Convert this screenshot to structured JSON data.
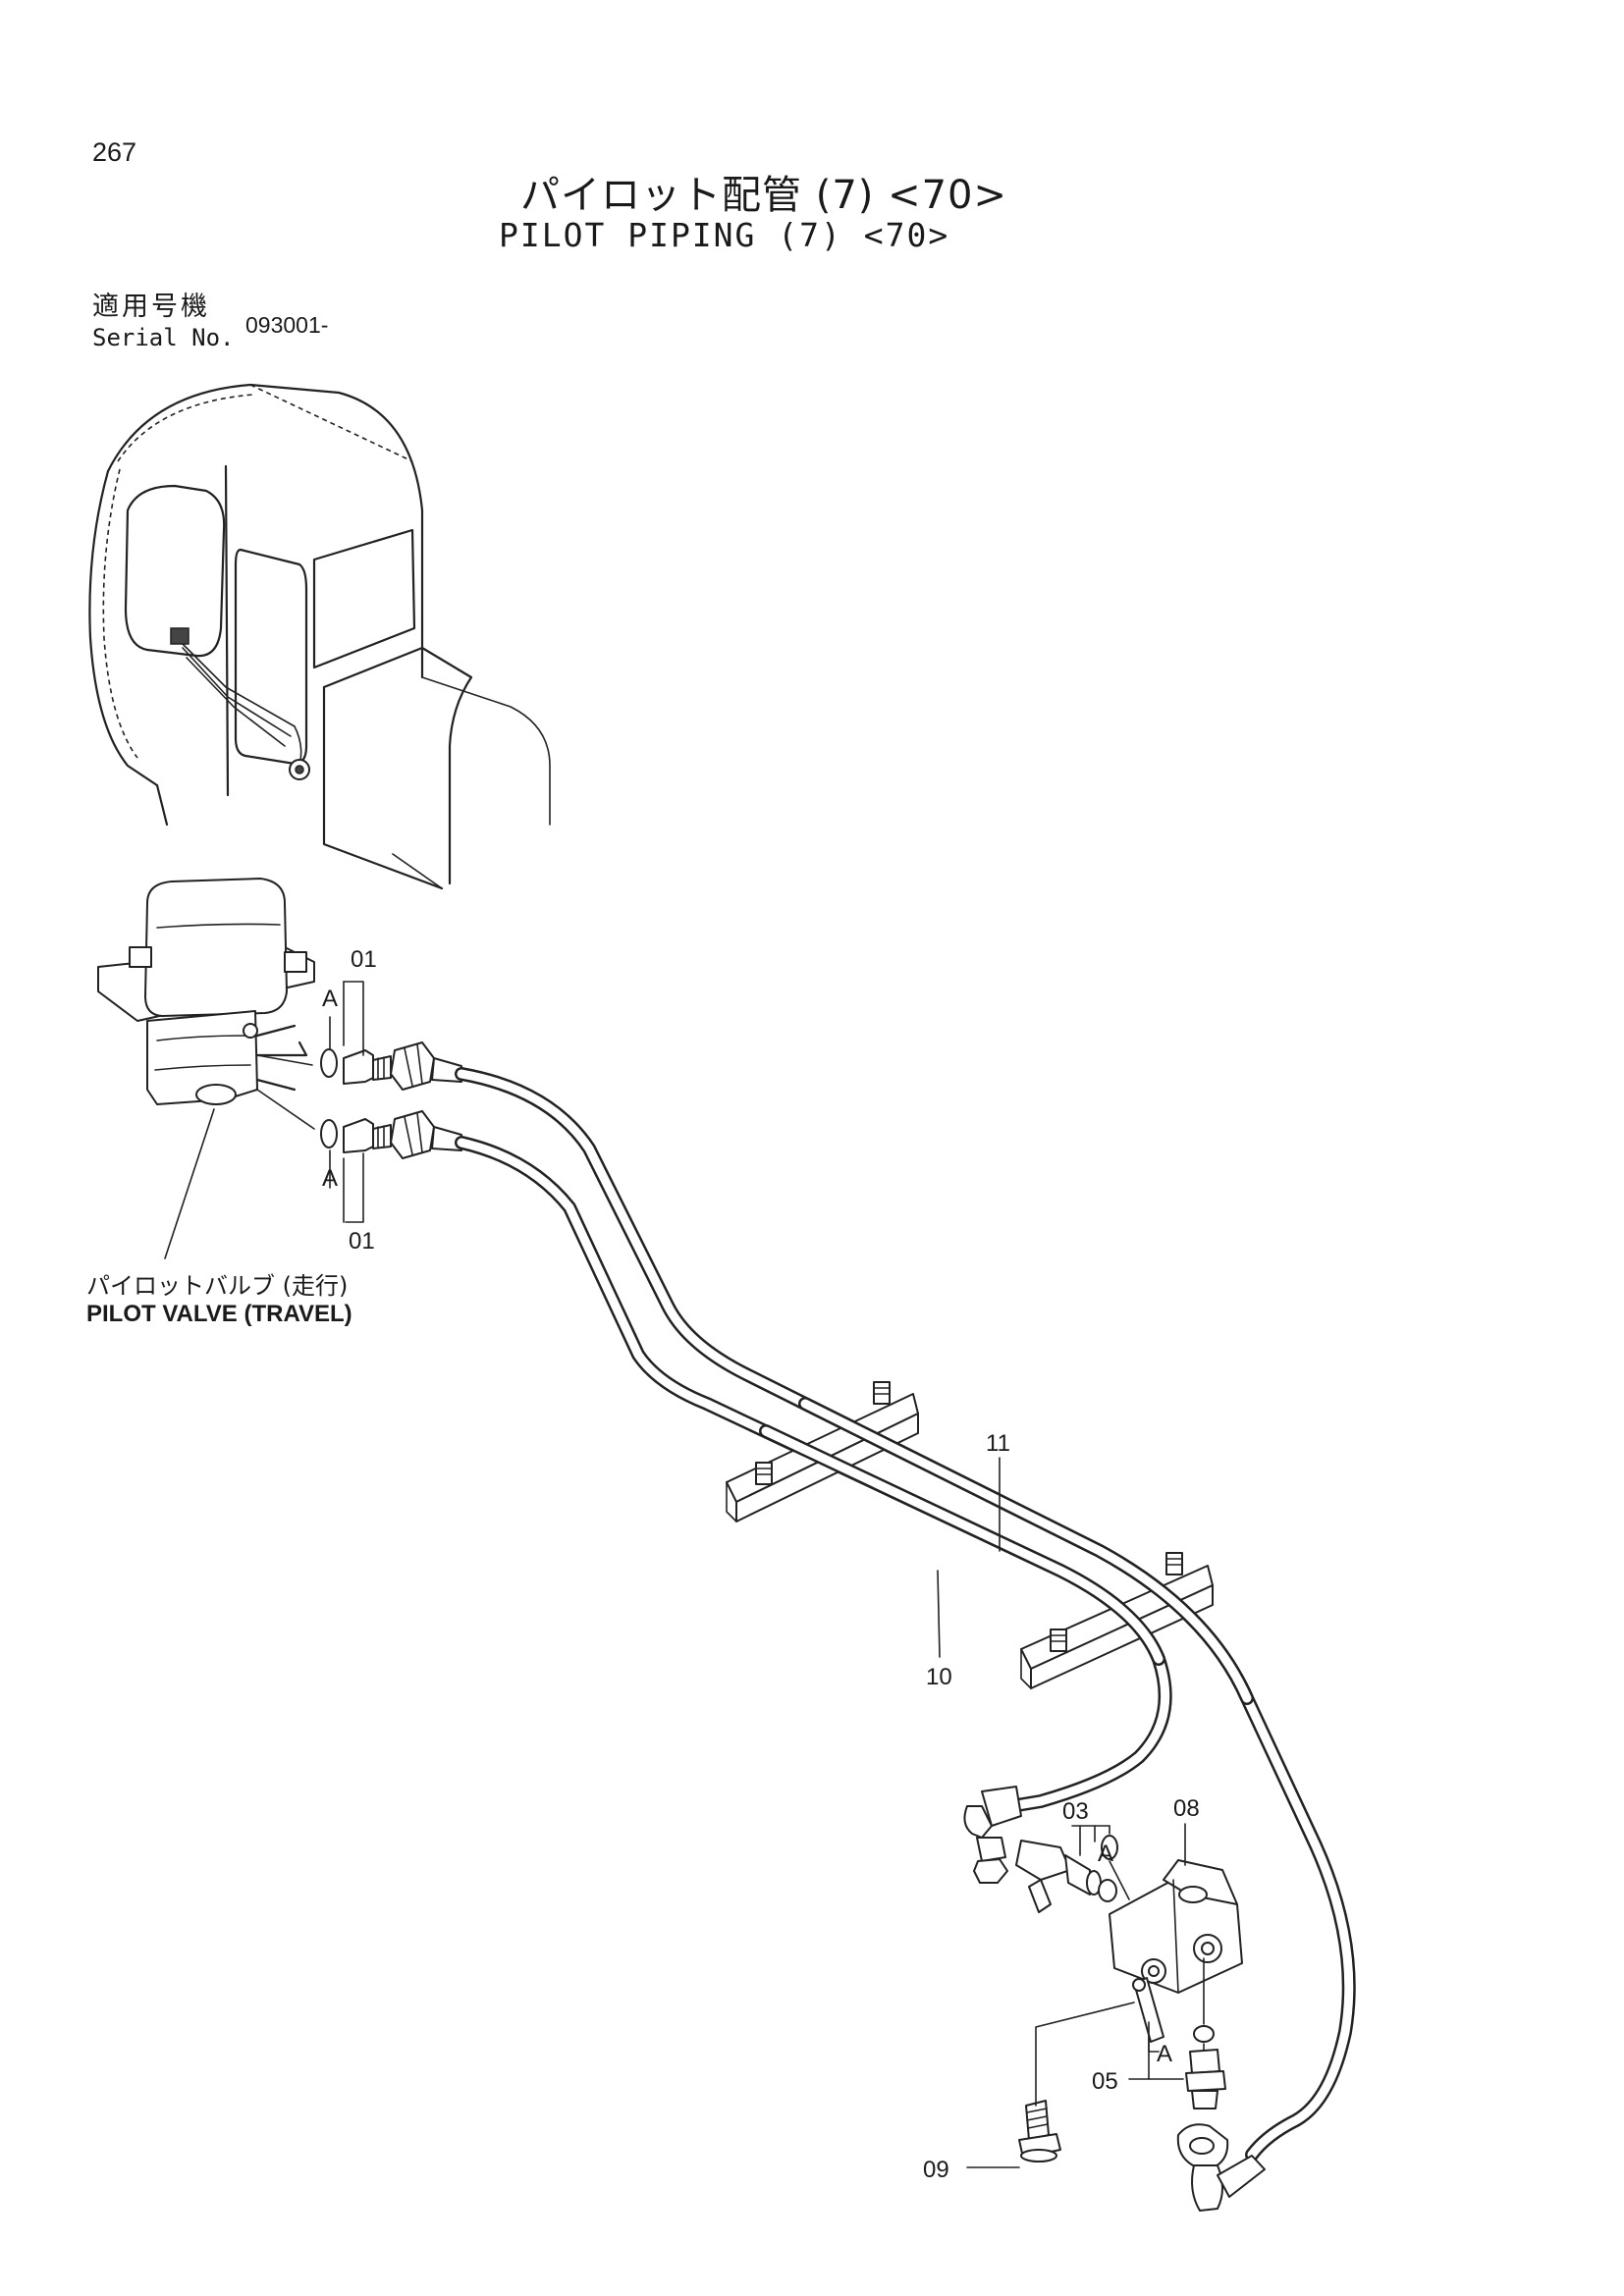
{
  "header": {
    "page_number": "267",
    "title_jp": "パイロット配管 (7) <70>",
    "title_en": "PILOT PIPING (7) <70>",
    "serial_label_jp": "適用号機",
    "serial_label_en": "Serial No.",
    "serial_value": "093001-"
  },
  "component_label": {
    "jp": "パイロットバルブ (走行)",
    "en": "PILOT VALVE (TRAVEL)"
  },
  "callouts": {
    "p01_top": "01",
    "p01_bottom": "01",
    "p03": "03",
    "p05": "05",
    "p08": "08",
    "p09": "09",
    "p10": "10",
    "p11": "11",
    "a_top": "A",
    "a_bottom": "A",
    "a_p03": "A",
    "a_p05": "A"
  }
}
